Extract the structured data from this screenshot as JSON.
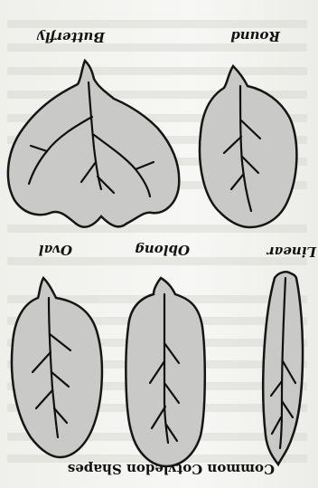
{
  "figure": {
    "title": "Common Cotyledon Shapes",
    "labels": {
      "butterfly": "Butterfly",
      "round": "Round",
      "oval": "Oval",
      "oblong": "Oblong",
      "linear": "Linear"
    }
  },
  "colors": {
    "leaf_fill": "#c9c9c7",
    "outline": "#151515",
    "paper": "#f4f4f2"
  }
}
